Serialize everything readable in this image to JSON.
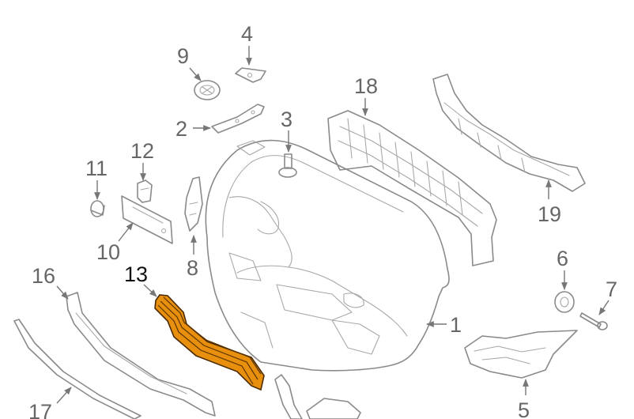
{
  "diagram": {
    "highlight_color": "#E8900E",
    "highlighted_part": "13",
    "callouts": [
      {
        "id": "c1",
        "label": "1"
      },
      {
        "id": "c2",
        "label": "2"
      },
      {
        "id": "c3",
        "label": "3"
      },
      {
        "id": "c4",
        "label": "4"
      },
      {
        "id": "c5",
        "label": "5"
      },
      {
        "id": "c6",
        "label": "6"
      },
      {
        "id": "c7",
        "label": "7"
      },
      {
        "id": "c8",
        "label": "8"
      },
      {
        "id": "c9",
        "label": "9"
      },
      {
        "id": "c10",
        "label": "10"
      },
      {
        "id": "c11",
        "label": "11"
      },
      {
        "id": "c12",
        "label": "12"
      },
      {
        "id": "c13",
        "label": "13"
      },
      {
        "id": "c16",
        "label": "16"
      },
      {
        "id": "c17",
        "label": "17"
      },
      {
        "id": "c18",
        "label": "18"
      },
      {
        "id": "c19",
        "label": "19"
      }
    ]
  }
}
